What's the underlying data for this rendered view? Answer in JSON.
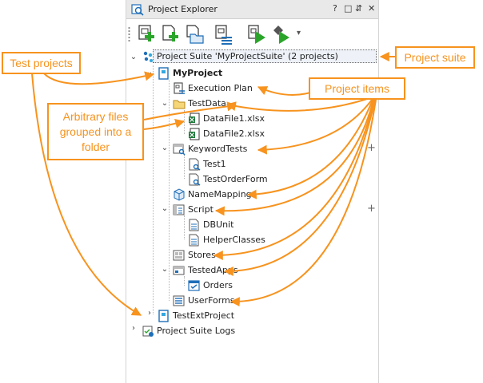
{
  "panel": {
    "title": "Project Explorer",
    "window_buttons": [
      "?",
      "□",
      "⇵",
      "✕"
    ]
  },
  "toolbar": {
    "buttons": [
      "add-new-project-icon",
      "add-new-item-icon",
      "add-existing-item-icon",
      "properties-icon",
      "run-project-icon",
      "run-test-item-icon"
    ],
    "dropdown": "▾"
  },
  "tree": {
    "suite": "Project Suite 'MyProjectSuite' (2 projects)",
    "project": "MyProject",
    "items": {
      "execution_plan": "Execution Plan",
      "testdata": "TestData",
      "datafile1": "DataFile1.xlsx",
      "datafile2": "DataFile2.xlsx",
      "keywordtests": "KeywordTests",
      "test1": "Test1",
      "testorderform": "TestOrderForm",
      "namemapping": "NameMapping",
      "script": "Script",
      "dbunit": "DBUnit",
      "helperclasses": "HelperClasses",
      "stores": "Stores",
      "testedapps": "TestedApps",
      "orders": "Orders",
      "userforms": "UserForms"
    },
    "ext_project": "TestExtProject",
    "logs": "Project Suite Logs",
    "plus": "+"
  },
  "callouts": {
    "test_projects": "Test projects",
    "arbitrary_files": "Arbitrary files grouped into a folder",
    "project_items": "Project items",
    "project_suite": "Project suite"
  },
  "colors": {
    "accent": "#f7931e",
    "highlight": "#eef2f8"
  }
}
